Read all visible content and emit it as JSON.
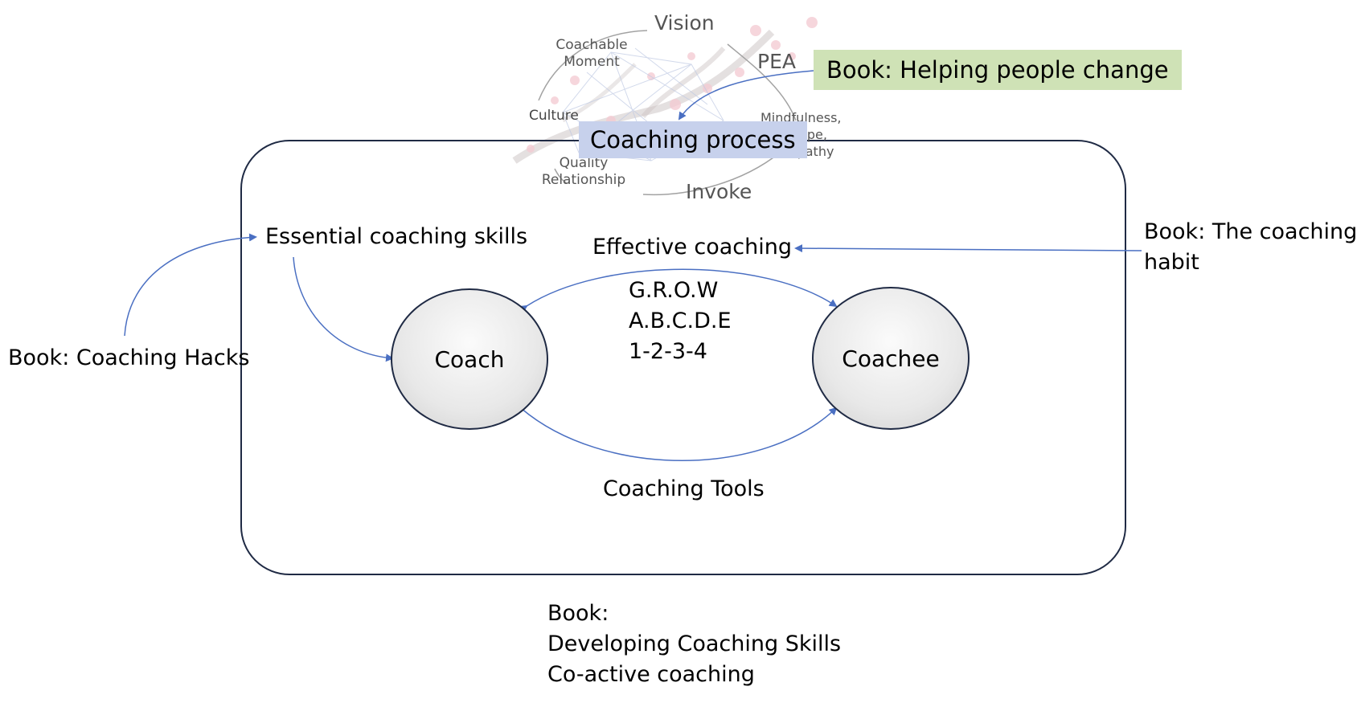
{
  "diagram": {
    "top_image": {
      "labels": {
        "vision": "Vision",
        "coachable_moment_line1": "Coachable",
        "coachable_moment_line2": "Moment",
        "pea": "PEA",
        "culture": "Culture",
        "mindfulness_line1": "Mindfulness,",
        "mindfulness_line2": "Hope,",
        "mindfulness_line3": "mpathy",
        "quality_line1": "Quality",
        "quality_line2": "Relationship",
        "invoke": "Invoke"
      }
    },
    "coaching_process": "Coaching process",
    "book_helping": "Book: Helping people change",
    "essential_skills": "Essential coaching skills",
    "effective_coaching": "Effective coaching",
    "models": [
      "G.R.O.W",
      "A.B.C.D.E",
      "1-2-3-4"
    ],
    "coach": "Coach",
    "coachee": "Coachee",
    "coaching_tools": "Coaching Tools",
    "book_hacks": "Book: Coaching Hacks",
    "book_habit_line1": "Book: The coaching",
    "book_habit_line2": "habit",
    "bottom_books": [
      "Book:",
      "Developing Coaching Skills",
      "Co-active coaching"
    ],
    "colors": {
      "arrow": "#4a6fc2",
      "frame": "#1f2a44",
      "green_box": "#cfe2b6",
      "blue_box": "#c7d1ec"
    }
  }
}
